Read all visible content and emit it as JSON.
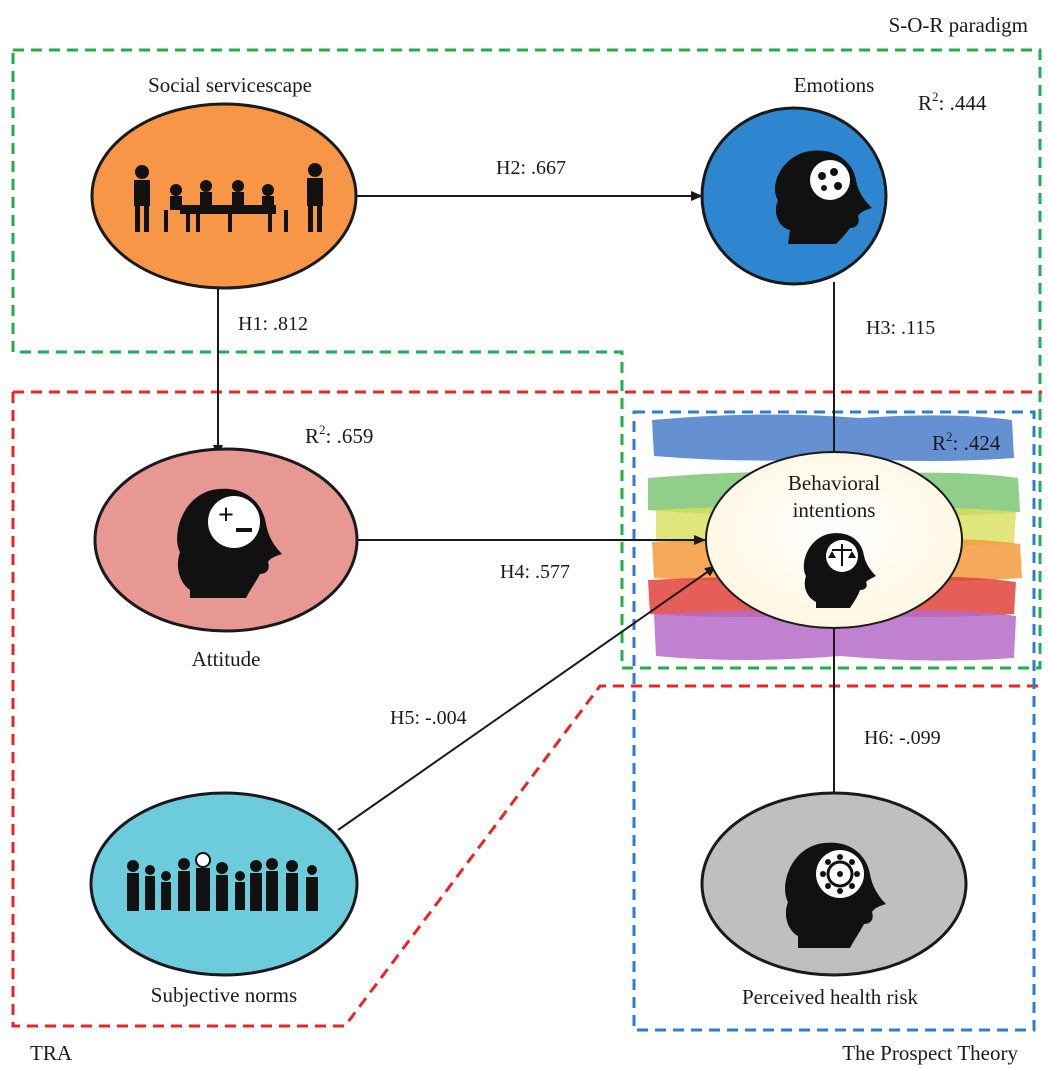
{
  "frameworks": {
    "sor": "S-O-R paradigm",
    "tra": "TRA",
    "prospect": "The Prospect Theory"
  },
  "constructs": {
    "social_servicescape": {
      "label": "Social servicescape",
      "color": "#F79646"
    },
    "emotions": {
      "label": "Emotions",
      "r2_prefix": "R",
      "r2_value": ": .444",
      "color": "#2E86D1"
    },
    "attitude": {
      "label": "Attitude",
      "r2_prefix": "R",
      "r2_value": ": .659",
      "color": "#E89893"
    },
    "behavioral_intentions": {
      "label_line1": "Behavioral",
      "label_line2": "intentions",
      "r2_prefix": "R",
      "r2_value": ": .424",
      "color": "#FFFBEA"
    },
    "subjective_norms": {
      "label": "Subjective norms",
      "color": "#6CCCDC"
    },
    "perceived_health_risk": {
      "label": "Perceived health risk",
      "color": "#BFBFBF"
    }
  },
  "paths": {
    "h1": "H1: .812",
    "h2": "H2: .667",
    "h3": "H3: .115",
    "h4": "H4: .577",
    "h5": "H5: -.004",
    "h6": "H6: -.099"
  },
  "superscript": "2",
  "colors": {
    "sor_border": "#1FAF4B",
    "tra_border": "#E8262A",
    "prospect_border": "#2E7CD1",
    "arrow": "#1a1a1a"
  }
}
